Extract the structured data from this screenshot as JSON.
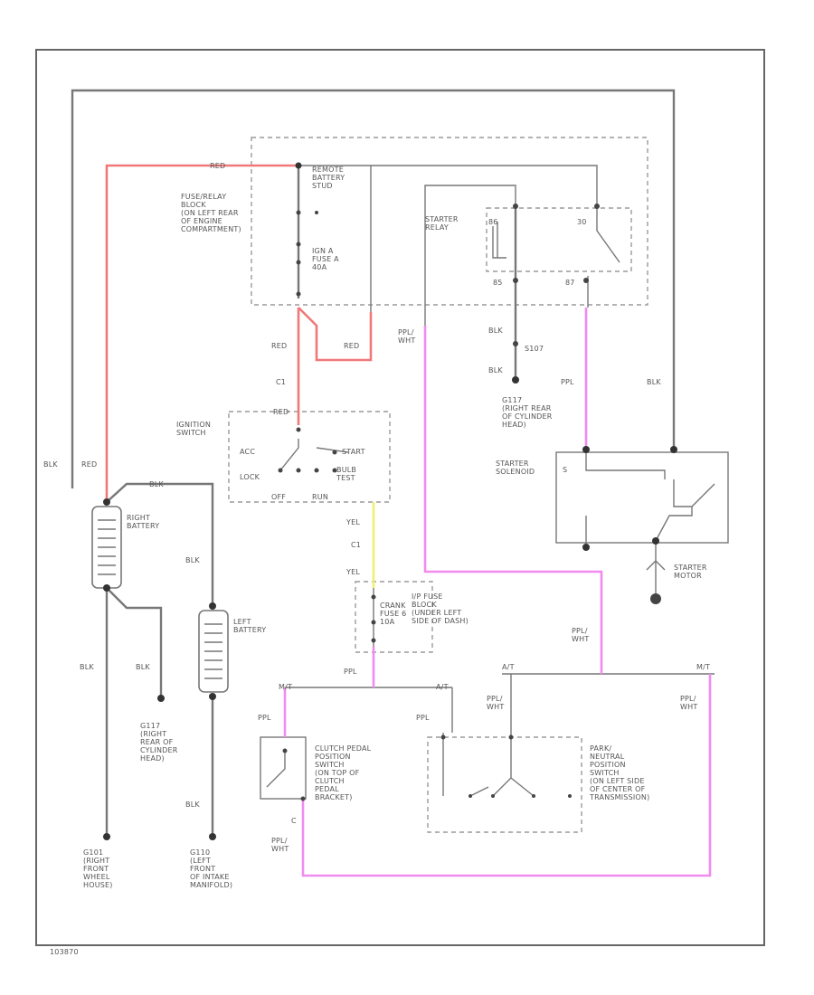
{
  "colors": {
    "red": "#f07878",
    "pink": "#f08cf0",
    "yellow": "#f0f070",
    "gray": "#777777"
  },
  "labels": {
    "red_top": "RED",
    "remote_stud": "REMOTE\nBATTERY\nSTUD",
    "fuse_block": "FUSE/RELAY\nBLOCK\n(ON LEFT REAR\nOF ENGINE\nCOMPARTMENT)",
    "ign_fuse": "IGN A\nFUSE A\n40A",
    "starter_relay": "STARTER\nRELAY",
    "pin_86": "86",
    "pin_30": "30",
    "pin_85": "85",
    "pin_87": "87",
    "red_left": "RED",
    "red_mid": "RED",
    "ppl_wht_top": "PPL/\nWHT",
    "blk_relay": "BLK",
    "s107": "S107",
    "blk_relay2": "BLK",
    "c1": "C1",
    "ground_g117_top": "G117\n(RIGHT REAR\nOF CYLINDER\nHEAD)",
    "ppl_right": "PPL",
    "blk_right": "BLK",
    "red_ign": "RED",
    "ignition_switch": "IGNITION\nSWITCH",
    "acc": "ACC",
    "start": "START",
    "lock": "LOCK",
    "bulb_test": "BULB\nTEST",
    "off": "OFF",
    "run": "RUN",
    "starter_solenoid": "STARTER\nSOLENOID",
    "s_pin": "S",
    "blk_left": "BLK",
    "red_left2": "RED",
    "blk_top": "BLK",
    "right_battery": "RIGHT\nBATTERY",
    "blk_mid": "BLK",
    "yel_top": "YEL",
    "c1_b": "C1",
    "yel_bot": "YEL",
    "ip_fuse_block": "I/P FUSE\nBLOCK\n(UNDER LEFT\nSIDE OF DASH)",
    "crank_fuse": "CRANK\nFUSE 6\n10A",
    "starter_motor": "STARTER\nMOTOR",
    "left_battery": "LEFT\nBATTERY",
    "ppl_wht_mid": "PPL/\nWHT",
    "ppl_mid": "PPL",
    "mt_a": "M/T",
    "at_a": "A/T",
    "at_b": "A/T",
    "mt_b": "M/T",
    "blk_lower1": "BLK",
    "blk_lower2": "BLK",
    "ppl_wht_a": "PPL/\nWHT",
    "ppl_wht_b": "PPL/\nWHT",
    "ground_g117_bot": "G117\n(RIGHT\nREAR OF\nCYLINDER\nHEAD)",
    "ppl_clutch": "PPL",
    "clutch_switch": "CLUTCH PEDAL\nPOSITION\nSWITCH\n(ON TOP OF\nCLUTCH\nPEDAL\nBRACKET)",
    "ppl_pn": "PPL",
    "park_neutral": "PARK/\nNEUTRAL\nPOSITION\nSWITCH\n(ON LEFT SIDE\nOF CENTER OF\nTRANSMISSION)",
    "blk_lower3": "BLK",
    "c_pin": "C",
    "ppl_wht_c": "PPL/\nWHT",
    "g101": "G101\n(RIGHT\nFRONT\nWHEEL\nHOUSE)",
    "g110": "G110\n(LEFT\nFRONT\nOF INTAKE\nMANIFOLD)",
    "footer": "103870"
  }
}
